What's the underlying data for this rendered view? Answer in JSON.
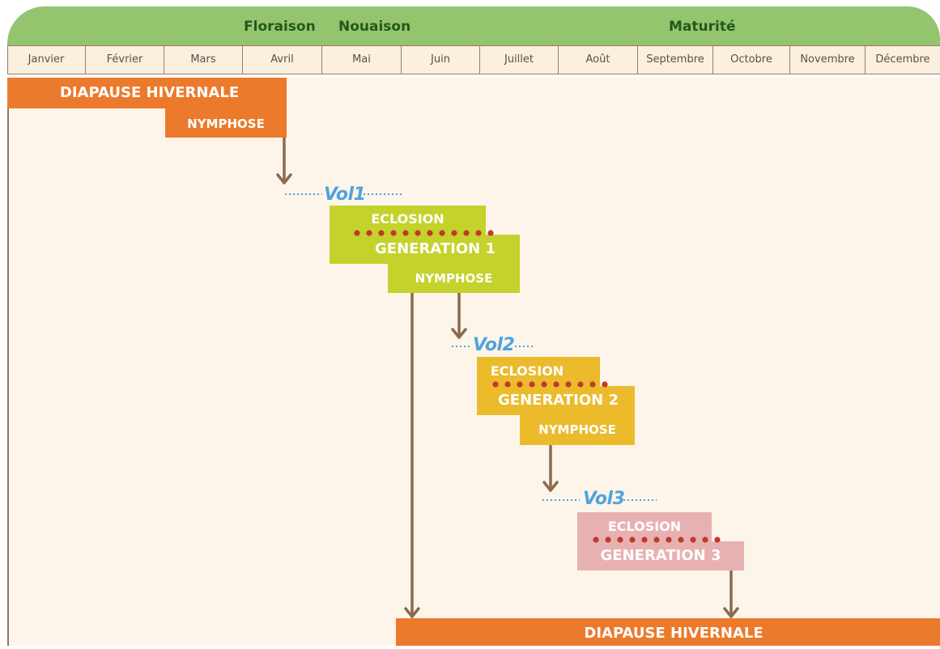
{
  "header": {
    "seasons": [
      "Floraison",
      "Nouaison",
      "Maturité"
    ],
    "colors": {
      "banner": "#95c46e",
      "season_text": "#1f5a1d"
    }
  },
  "months": [
    "Janvier",
    "Février",
    "Mars",
    "Avril",
    "Mai",
    "Juin",
    "Juillet",
    "Août",
    "Septembre",
    "Octobre",
    "Novembre",
    "Décembre"
  ],
  "stages": {
    "diapause_top": "DIAPAUSE HIVERNALE",
    "nymphose_0": "NYMPHOSE",
    "gen1": {
      "eclosion": "ECLOSION",
      "generation": "GENERATION 1",
      "nymphose": "NYMPHOSE",
      "color": "#c4d22b"
    },
    "gen2": {
      "eclosion": "ECLOSION",
      "generation": "GENERATION 2",
      "nymphose": "NYMPHOSE",
      "color": "#ebbb2b"
    },
    "gen3": {
      "eclosion": "ECLOSION",
      "generation": "GENERATION 3",
      "color": "#e8b1b1"
    },
    "diapause_bottom": "DIAPAUSE HIVERNALE",
    "diapause_color": "#ec7a2c"
  },
  "flights": {
    "vol1": {
      "word": "Vol",
      "num": "1"
    },
    "vol2": {
      "word": "Vol",
      "num": "2"
    },
    "vol3": {
      "word": "Vol",
      "num": "3"
    },
    "dot_color": "#4ea3e0"
  },
  "icons": {
    "arrow_color": "#8d6a4c",
    "egg_color": "#c0392b"
  }
}
